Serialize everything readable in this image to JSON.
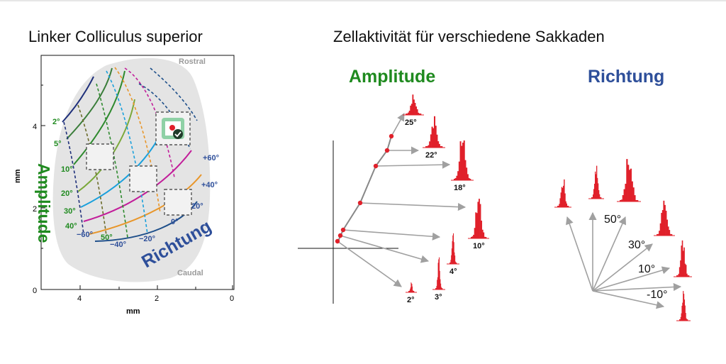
{
  "titles": {
    "left": "Linker Colliculus superior",
    "right": "Zellaktivität für verschiedene Sakkaden"
  },
  "map": {
    "rostral": "Rostral",
    "caudal": "Caudal",
    "amplitude_label": "Amplitude",
    "direction_label": "Richtung",
    "x_axis_label": "mm",
    "y_axis_label": "mm",
    "x_ticks": [
      "4",
      "2",
      "0"
    ],
    "y_ticks": [
      "4",
      "2",
      "0"
    ],
    "amplitude_ticks": [
      "2°",
      "5°",
      "10°",
      "20°",
      "30°",
      "40°",
      "50°"
    ],
    "direction_ticks": [
      "+60°",
      "+40°",
      "20°",
      "0°",
      "−20°",
      "−40°",
      "−60°"
    ]
  },
  "sections": {
    "amplitude": "Amplitude",
    "direction": "Richtung"
  },
  "amplitude_saccades": [
    "25°",
    "22°",
    "18°",
    "10°",
    "4°",
    "3°",
    "2°"
  ],
  "direction_saccades": [
    "50°",
    "30°",
    "10°",
    "-10°"
  ],
  "colors": {
    "green": "#1f8a1f",
    "blue": "#2e4f9a",
    "red": "#e0202a",
    "map_bg": "#e4e4e4",
    "arrow": "#a0a0a0"
  }
}
